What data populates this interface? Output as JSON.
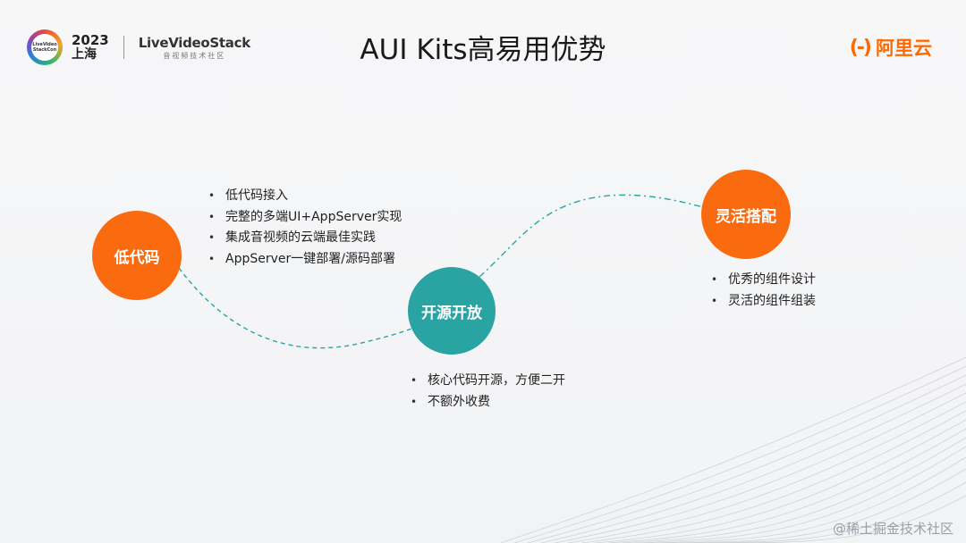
{
  "header": {
    "event_year": "2023",
    "event_city": "上海",
    "event_ring_text": "LiveVideo StackCon",
    "brand_name": "LiveVideoStack",
    "brand_sub": "音视频技术社区",
    "title": "AUI Kits高易用优势",
    "aliyun_mark": "(-)",
    "aliyun_name": "阿里云"
  },
  "nodes": [
    {
      "label": "低代码",
      "color": "#fa6a0f",
      "bullets": [
        "低代码接入",
        "完整的多端UI+AppServer实现",
        "集成音视频的云端最佳实践",
        "AppServer一键部署/源码部署"
      ]
    },
    {
      "label": "开源开放",
      "color": "#2aa3a3",
      "bullets": [
        "核心代码开源，方便二开",
        "不额外收费"
      ]
    },
    {
      "label": "灵活搭配",
      "color": "#fa6a0f",
      "bullets": [
        "优秀的组件设计",
        "灵活的组件组装"
      ]
    }
  ],
  "watermark": "@稀土掘金技术社区",
  "colors": {
    "accent": "#fa6a0f",
    "teal": "#2aa3a3",
    "aliyun": "#ff6a00"
  }
}
